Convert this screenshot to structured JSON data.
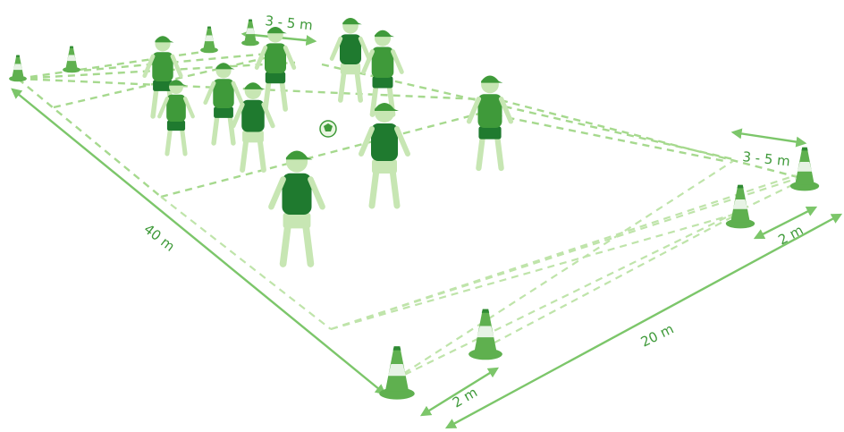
{
  "labels": {
    "field_length": "40 m",
    "field_width": "20 m",
    "cone_gap_back": "3 - 5 m",
    "cone_gap_right": "3 - 5 m",
    "cone_gap_right_side": "2 m",
    "cone_gap_bottom": "2 m"
  },
  "colors": {
    "dark_green": "#1f7a2f",
    "mid_green": "#3f9a3a",
    "light_green": "#a6d98e",
    "skin": "#c7e6b3",
    "cone_orange": "#3f9a3a"
  },
  "icons": {
    "cone": "training-cone-icon",
    "player": "player-figure-icon",
    "ball": "soccer-ball-icon"
  }
}
